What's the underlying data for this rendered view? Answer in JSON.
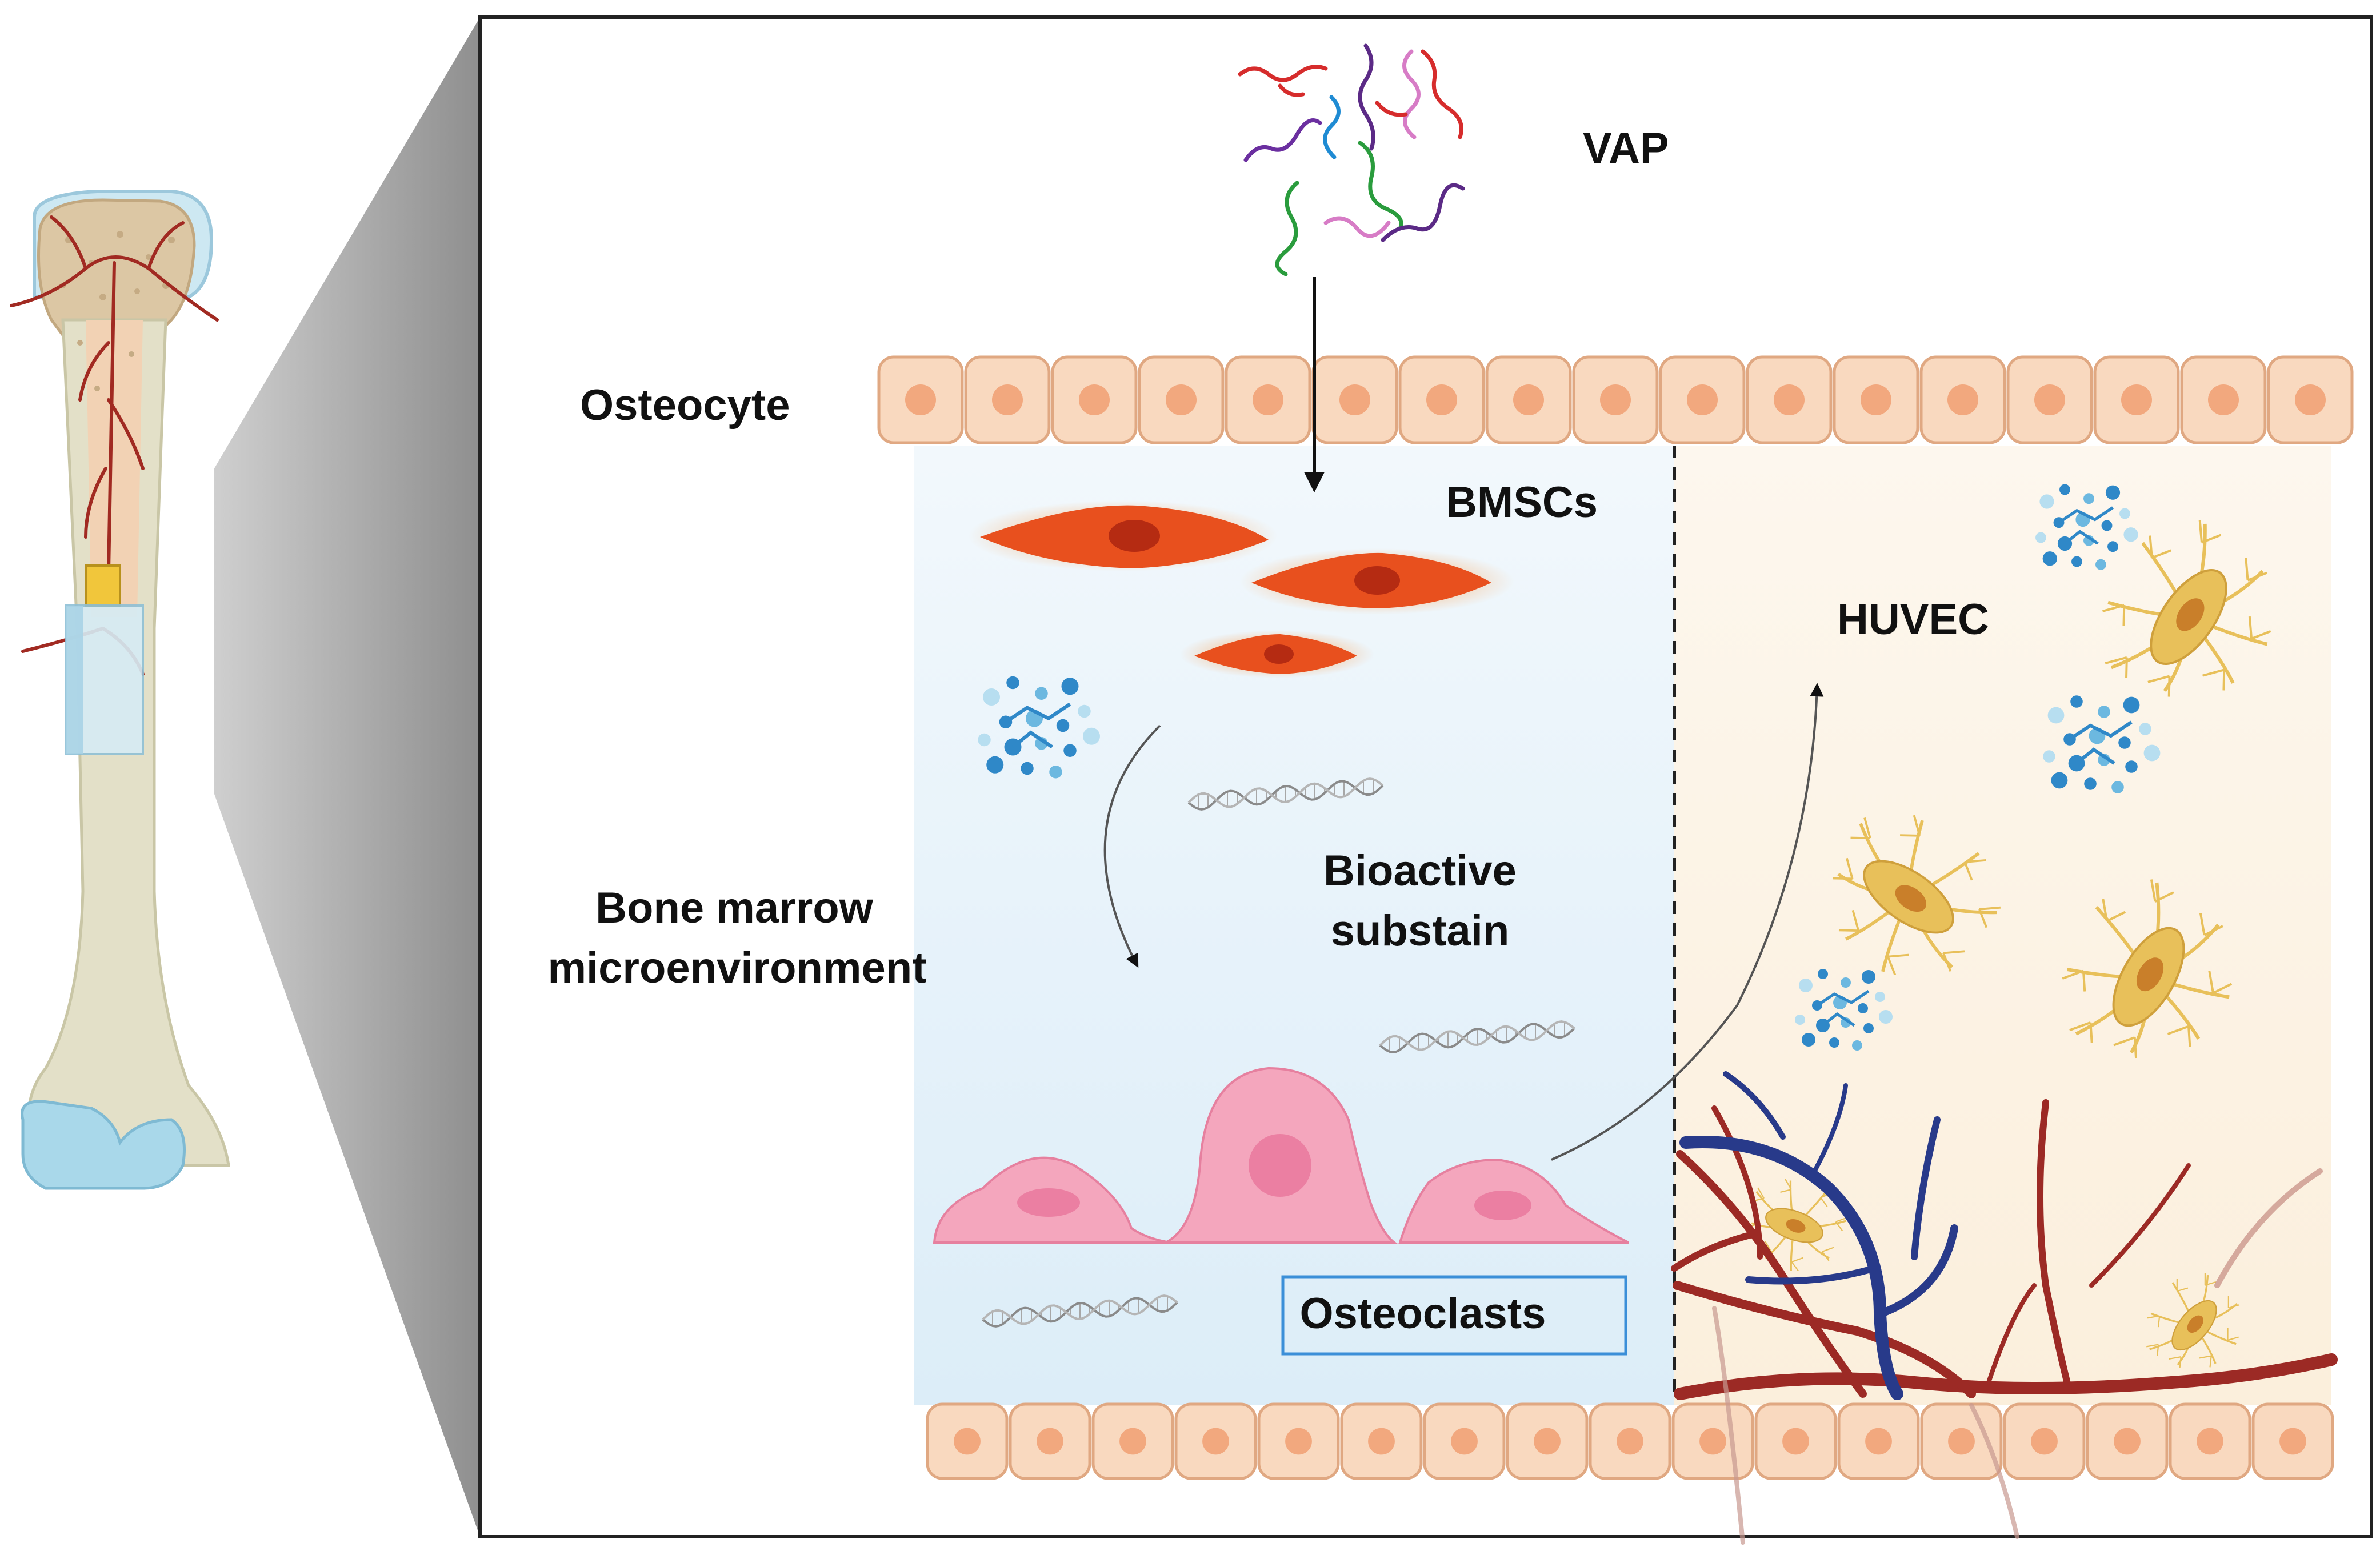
{
  "labels": {
    "vap": "VAP",
    "osteocyte": "Osteocyte",
    "bmscs": "BMSCs",
    "huvec": "HUVEC",
    "bioactive_line1": "Bioactive",
    "bioactive_line2": "substain",
    "bone_marrow_line1": "Bone marrow",
    "bone_marrow_line2": "microenvironment",
    "osteoclasts": "Osteoclasts"
  },
  "colors": {
    "left_panel": "#e6f3fb",
    "right_panel": "#fcf3e4",
    "cell_fill": "#f9d9bf",
    "cell_stroke": "#e0a882",
    "nucleus": "#f2a87e",
    "bmsc_glow": "#f7a45a",
    "bmsc_body": "#e8501e",
    "bmsc_nucleus": "#b52b12",
    "osteoclast": "#f4a6bd",
    "osteoclast_nucleus": "#eb7fa2",
    "huvec": "#e8c05a",
    "artery": "#9c2a25",
    "vein": "#283a8a",
    "label_box": "#3b8fd8"
  },
  "icons": [
    "peptide-strands-icon",
    "molecule-cluster-icon",
    "dna-strand-icon",
    "bone-icon"
  ]
}
